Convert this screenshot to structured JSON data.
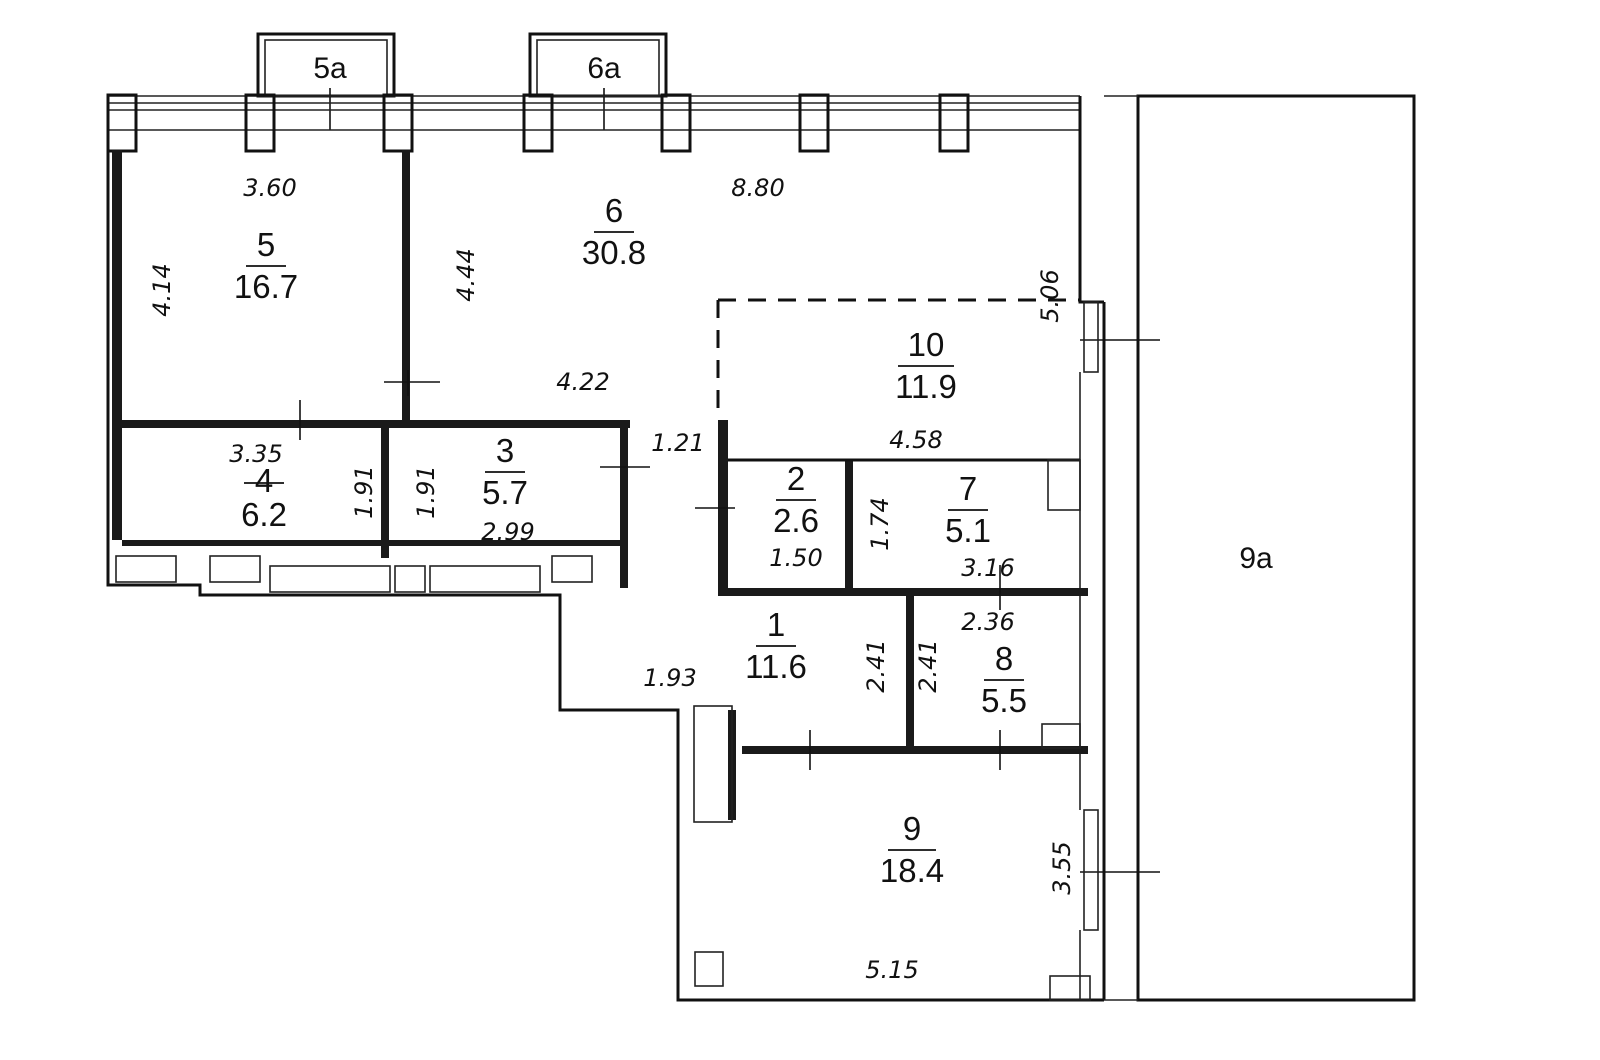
{
  "rooms": [
    {
      "id": "r1",
      "number": "1",
      "area": "11.6"
    },
    {
      "id": "r2",
      "number": "2",
      "area": "2.6"
    },
    {
      "id": "r3",
      "number": "3",
      "area": "5.7"
    },
    {
      "id": "r4",
      "number": "4",
      "area": "6.2"
    },
    {
      "id": "r5",
      "number": "5",
      "area": "16.7"
    },
    {
      "id": "r6",
      "number": "6",
      "area": "30.8"
    },
    {
      "id": "r7",
      "number": "7",
      "area": "5.1"
    },
    {
      "id": "r8",
      "number": "8",
      "area": "5.5"
    },
    {
      "id": "r9",
      "number": "9",
      "area": "18.4"
    },
    {
      "id": "r10",
      "number": "10",
      "area": "11.9"
    }
  ],
  "balconies": {
    "b5a": "5a",
    "b6a": "6a",
    "b9a": "9a"
  },
  "dims": {
    "d360": "3.60",
    "d880": "8.80",
    "d414": "4.14",
    "d444": "4.44",
    "d506": "5.06",
    "d422": "4.22",
    "d335": "3.35",
    "d191a": "1.91",
    "d191b": "1.91",
    "d121": "1.21",
    "d458": "4.58",
    "d299": "2.99",
    "d174": "1.74",
    "d150": "1.50",
    "d316": "3.16",
    "d236": "2.36",
    "d241a": "2.41",
    "d241b": "2.41",
    "d193": "1.93",
    "d355": "3.55",
    "d515": "5.15"
  }
}
